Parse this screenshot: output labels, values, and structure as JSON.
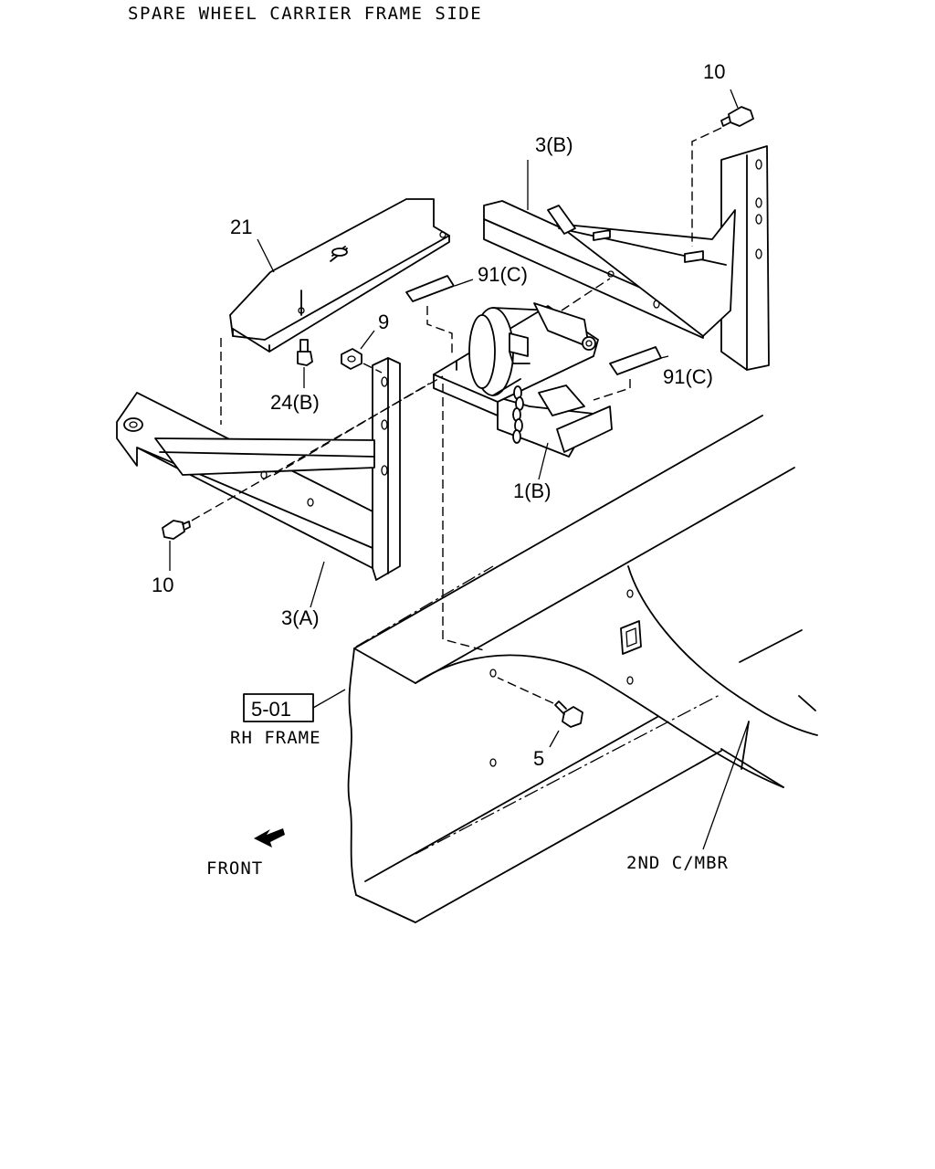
{
  "title": "SPARE WHEEL CARRIER FRAME SIDE",
  "callouts": {
    "bolt_10_top": "10",
    "bracket_3b": "3(B)",
    "bracket_21": "21",
    "label_91c_top": "91(C)",
    "nut_9": "9",
    "label_91c_right": "91(C)",
    "bolt_24b": "24(B)",
    "winch_1b": "1(B)",
    "bolt_10_left": "10",
    "bracket_3a": "3(A)",
    "bolt_5": "5"
  },
  "reference_box": "5-01",
  "rh_frame_label": "RH FRAME",
  "front_label": "FRONT",
  "cross_member_label": "2ND C/MBR"
}
